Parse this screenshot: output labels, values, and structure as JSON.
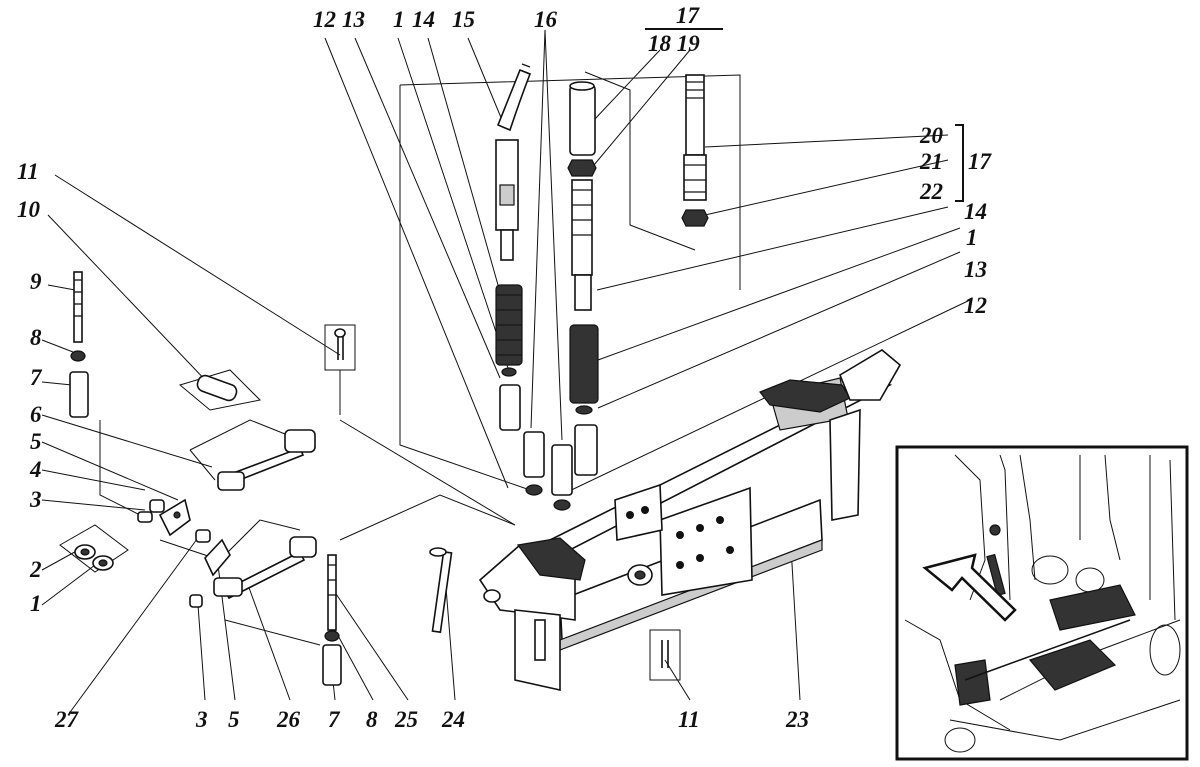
{
  "labels": {
    "top_12": "12",
    "top_13": "13",
    "top_1": "1",
    "top_14": "14",
    "top_15": "15",
    "top_16": "16",
    "top_17": "17",
    "top_18_19": "18 19",
    "r_20": "20",
    "r_21": "21",
    "r_22": "22",
    "r_17": "17",
    "r_14": "14",
    "r_1": "1",
    "r_13": "13",
    "r_12": "12",
    "l_11": "11",
    "l_10": "10",
    "l_9": "9",
    "l_8": "8",
    "l_7": "7",
    "l_6": "6",
    "l_5": "5",
    "l_4": "4",
    "l_3": "3",
    "l_2": "2",
    "l_1": "1",
    "b_27": "27",
    "b_3": "3",
    "b_5": "5",
    "b_26": "26",
    "b_7": "7",
    "b_8": "8",
    "b_25": "25",
    "b_24": "24",
    "b_11": "11",
    "b_23": "23"
  }
}
